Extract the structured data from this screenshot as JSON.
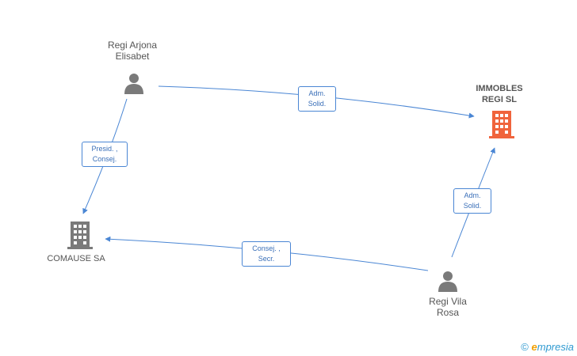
{
  "nodes": {
    "arjona": {
      "name_line1": "Regi Arjona",
      "name_line2": "Elisabet"
    },
    "vila": {
      "name_line1": "Regi Vila",
      "name_line2": "Rosa"
    },
    "immobles": {
      "name_line1": "IMMOBLES",
      "name_line2": "REGI SL"
    },
    "comause": {
      "name": "COMAUSE SA"
    }
  },
  "edges": {
    "arjona_immobles": {
      "line1": "Adm.",
      "line2": "Solid."
    },
    "arjona_comause": {
      "line1": "Presid. ,",
      "line2": "Consej."
    },
    "vila_immobles": {
      "line1": "Adm.",
      "line2": "Solid."
    },
    "vila_comause": {
      "line1": "Consej. ,",
      "line2": "Secr."
    }
  },
  "colors": {
    "person_icon": "#7a7a7a",
    "company_icon": "#7a7a7a",
    "main_company_icon": "#f0643c",
    "edge": "#4a86d4"
  },
  "footer": {
    "copyright": "©",
    "brand_initial": "e",
    "brand_rest": "mpresia"
  }
}
